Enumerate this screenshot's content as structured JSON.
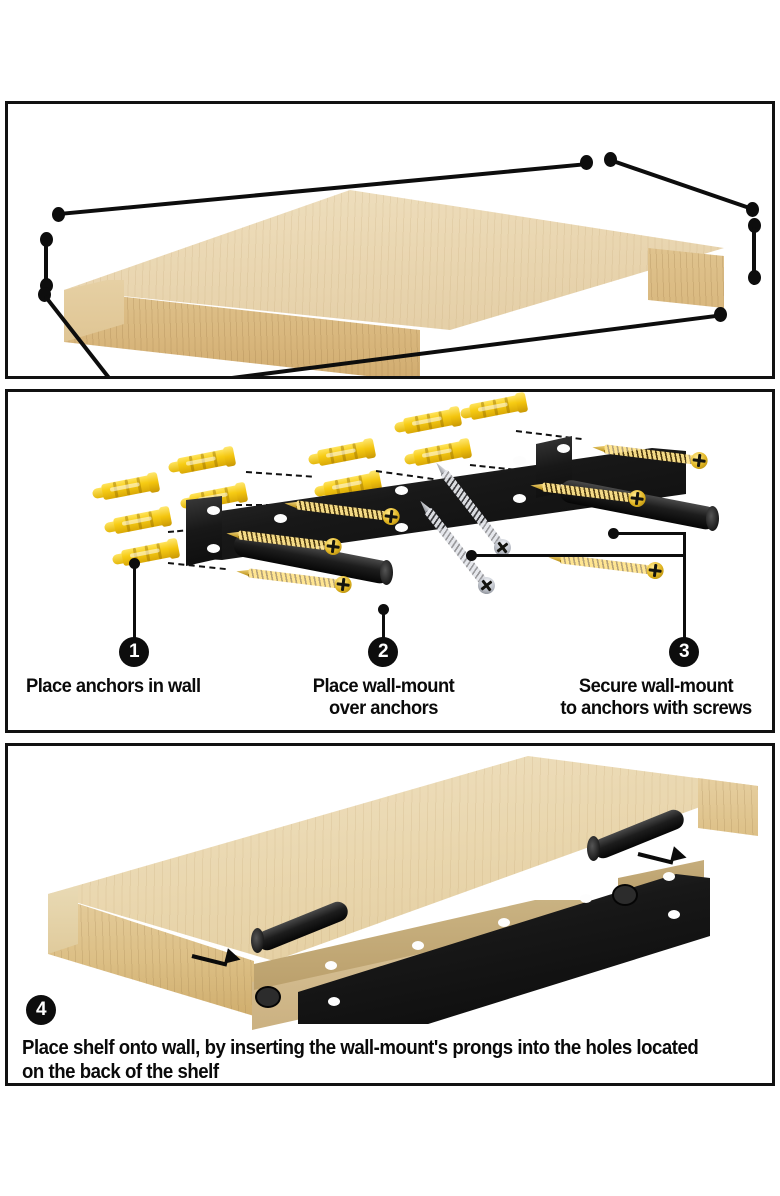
{
  "document": {
    "title": "Floating Shelf Installation Instructions",
    "background_color": "#ffffff",
    "panel_border_color": "#111111",
    "ink_color": "#0a0a0a"
  },
  "palette": {
    "anchor_yellow": "#f7cc14",
    "brass_screw": "#e0b421",
    "silver_screw": "#b8bcc4",
    "bracket_black": "#141414",
    "wood_light": "#ead7b2",
    "wood_edge": "#d8b67c",
    "wood_mdf": "#c9b282"
  },
  "panels": [
    {
      "id": "panel-1",
      "name": "product-dimensions-panel",
      "caption": "",
      "subject": "floating shelf shown at an angle with dimension callout markers on length, height and depth",
      "dimension_markers": 8
    },
    {
      "id": "panel-2",
      "name": "wall-mount-hardware-panel",
      "subject": "exploded view of black wall-mount bracket with yellow wall anchors and screws",
      "hardware": {
        "anchors": 8,
        "brass_screws": 5,
        "silver_screws": 2,
        "bracket_prongs": 2
      }
    },
    {
      "id": "panel-3",
      "name": "shelf-mounting-panel",
      "subject": "shelf underside showing wall-mount prongs sliding into holes on the back of the shelf",
      "arrows": 2
    }
  ],
  "steps": [
    {
      "number": "1",
      "label": "Place anchors in wall",
      "align": "center"
    },
    {
      "number": "2",
      "label": "Place wall-mount\nover anchors",
      "align": "center"
    },
    {
      "number": "3",
      "label": "Secure wall-mount\nto anchors with screws",
      "align": "center"
    },
    {
      "number": "4",
      "label": "Place shelf onto wall, by inserting the wall-mount's prongs into the holes located on the back of the shelf",
      "align": "left"
    }
  ],
  "icons": {
    "step_badge": "numbered-circle-badge",
    "leader": "leader-line",
    "arrow": "insertion-arrow",
    "dimension_marker": "dimension-endpoint-dot",
    "anchor": "wall-anchor-icon",
    "screw_brass": "brass-screw-icon",
    "screw_silver": "silver-screw-icon",
    "bracket": "wall-mount-bracket-icon"
  }
}
